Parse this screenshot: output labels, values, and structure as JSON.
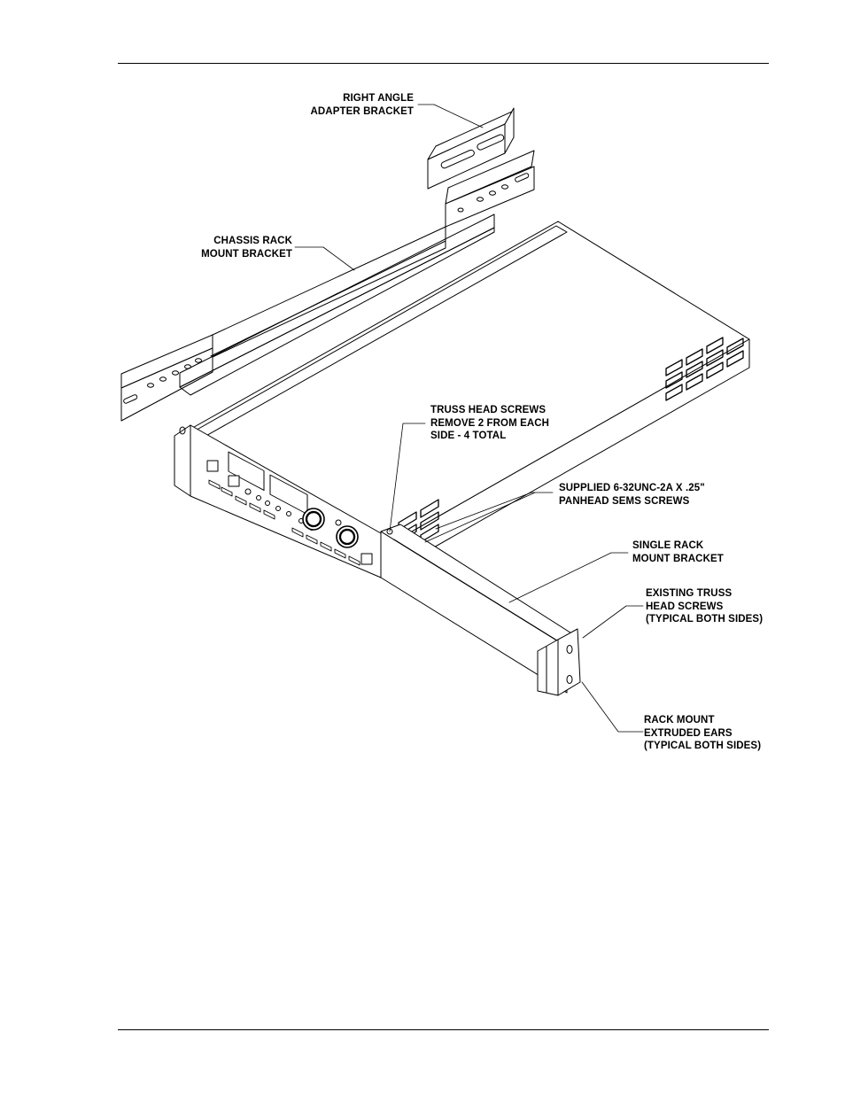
{
  "labels": {
    "right_angle_bracket": [
      "RIGHT ANGLE",
      "ADAPTER BRACKET"
    ],
    "chassis_bracket": [
      "CHASSIS RACK",
      "MOUNT BRACKET"
    ],
    "truss_screws": [
      "TRUSS HEAD SCREWS",
      "REMOVE 2 FROM EACH",
      "SIDE - 4 TOTAL"
    ],
    "sems_screws": [
      "SUPPLIED 6-32UNC-2A X .25\"",
      "PANHEAD SEMS SCREWS"
    ],
    "single_bracket": [
      "SINGLE RACK",
      "MOUNT BRACKET"
    ],
    "existing_screws": [
      "EXISTING TRUSS",
      "HEAD SCREWS",
      "(TYPICAL BOTH SIDES)"
    ],
    "extruded_ears": [
      "RACK MOUNT",
      "EXTRUDED EARS",
      "(TYPICAL BOTH SIDES)"
    ]
  }
}
